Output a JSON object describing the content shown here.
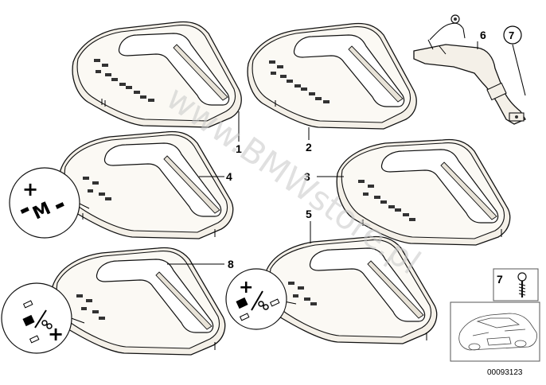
{
  "diagram": {
    "callouts": [
      "1",
      "2",
      "3",
      "4",
      "5",
      "6",
      "7",
      "8"
    ],
    "screw_callout": "7",
    "cable_callout": "6",
    "circled_callout": "7",
    "zoom_labels": {
      "plus": "+",
      "minus": "−",
      "m": "M"
    },
    "part_number": "00093123",
    "watermark": "www.BMWstore.pl"
  }
}
